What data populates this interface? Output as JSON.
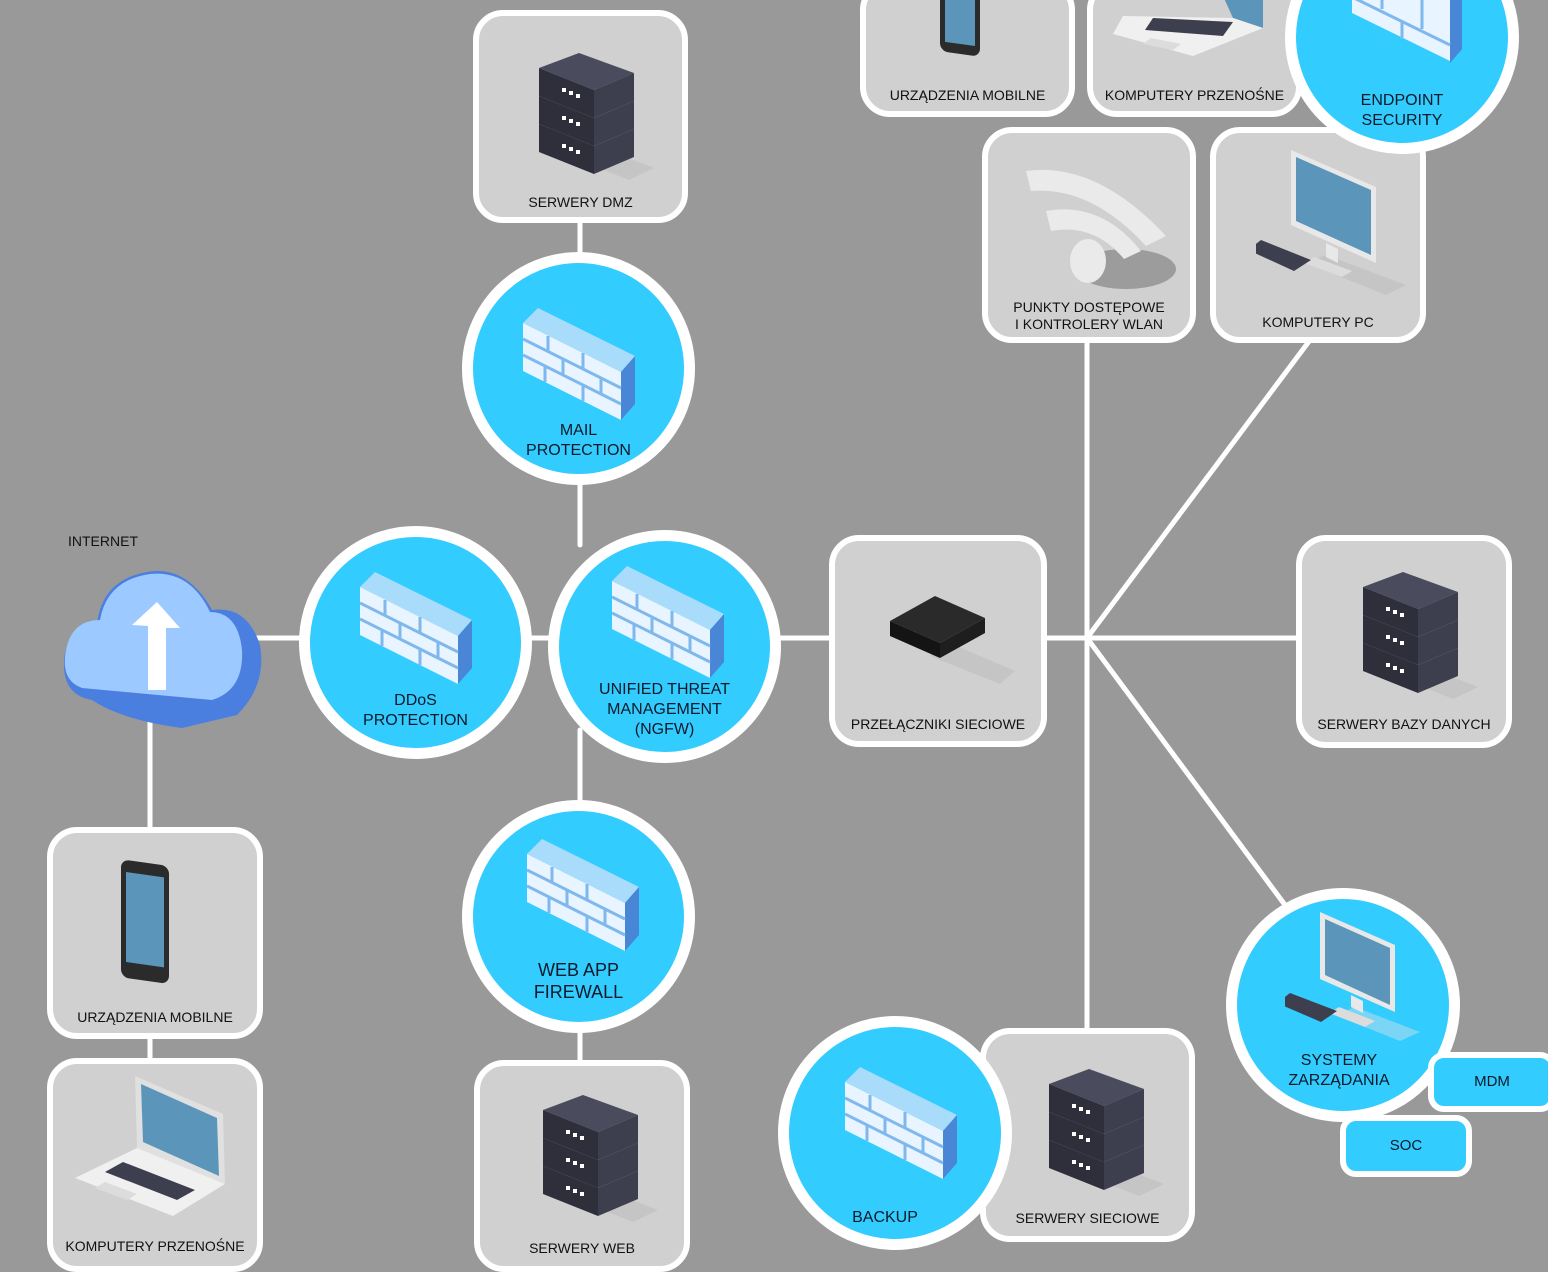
{
  "colors": {
    "background": "#999999",
    "box": "#d0d0d0",
    "accent": "#33ccff",
    "wire": "#ffffff",
    "server": "#3a3b4a"
  },
  "internet": {
    "label": "INTERNET",
    "icon": "cloud-upload-icon"
  },
  "boxes": {
    "serwery_dmz": "SERWERY DMZ",
    "mobile_top": "URZĄDZENIA MOBILNE",
    "laptops_top": "KOMPUTERY PRZENOŚNE",
    "wlan": "PUNKTY DOSTĘPOWE\nI KONTROLERY WLAN",
    "pc": "KOMPUTERY PC",
    "switches": "PRZEŁĄCZNIKI SIECIOWE",
    "db_servers": "SERWERY BAZY DANYCH",
    "mobile_left": "URZĄDZENIA MOBILNE",
    "laptops_left": "KOMPUTERY PRZENOŚNE",
    "web_servers": "SERWERY WEB",
    "net_servers": "SERWERY SIECIOWE"
  },
  "circles": {
    "mail": "MAIL\nPROTECTION",
    "ddos": "DDoS\nPROTECTION",
    "utm": "UNIFIED THREAT\nMANAGEMENT\n(NGFW)",
    "waf": "WEB APP\nFIREWALL",
    "endpoint": "ENDPOINT\nSECURITY",
    "mgmt": "SYSTEMY\nZARZĄDANIA",
    "backup": "BACKUP"
  },
  "pills": {
    "mdm": "MDM",
    "soc": "SOC"
  }
}
